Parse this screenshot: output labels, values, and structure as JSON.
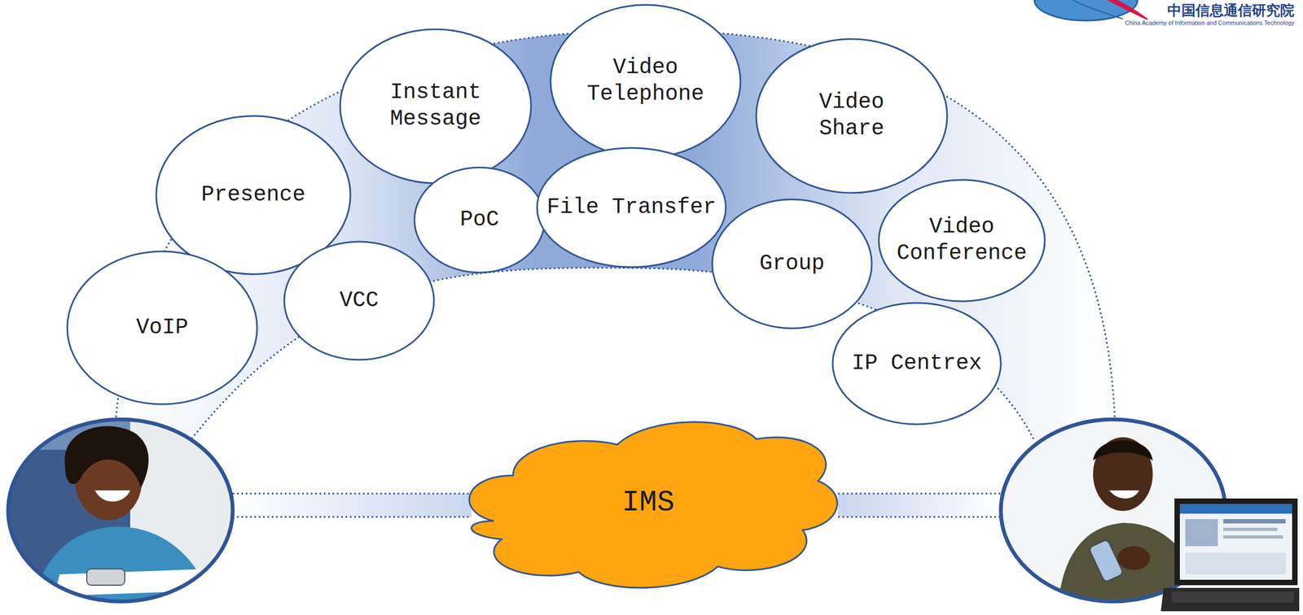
{
  "diagram": {
    "nodes": [
      {
        "text": [
          "Presence"
        ]
      },
      {
        "text": [
          "Instant Message"
        ]
      },
      {
        "text": [
          "Video Telephone"
        ]
      },
      {
        "text": [
          "Video Share"
        ]
      },
      {
        "text": [
          "VoIP"
        ]
      },
      {
        "text": [
          "VCC"
        ]
      },
      {
        "text": [
          "PoC"
        ]
      },
      {
        "text": [
          "File Transfer"
        ]
      },
      {
        "text": [
          "Group"
        ]
      },
      {
        "text": [
          "Video Conference"
        ]
      },
      {
        "text": [
          "IP Centrex"
        ]
      },
      {
        "text": [
          "IMS"
        ]
      }
    ],
    "labels": [
      "中国信息通信研究院",
      "China Academy of Information and Communications Technology"
    ]
  }
}
